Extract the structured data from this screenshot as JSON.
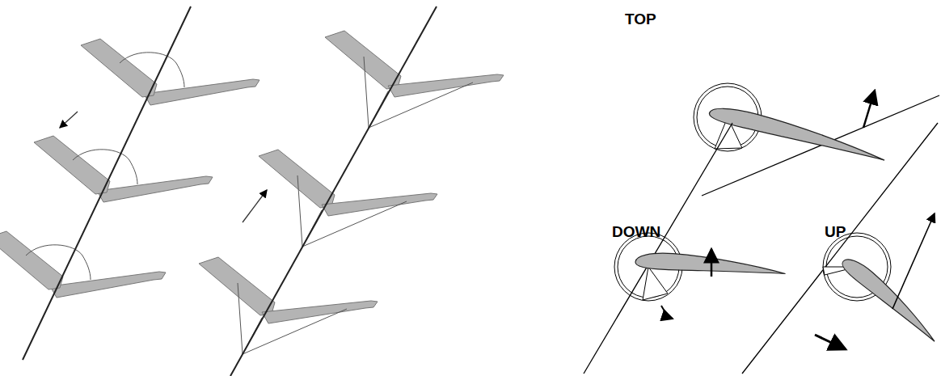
{
  "diagram": {
    "labels": [
      "TOP",
      "DOWN",
      "UP"
    ]
  }
}
